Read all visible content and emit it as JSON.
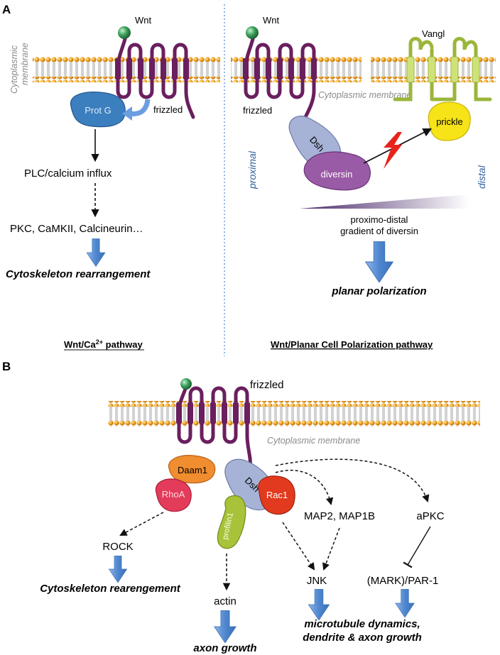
{
  "panel_a": {
    "letter": "A",
    "left": {
      "ligand": "Wnt",
      "membrane_label_1": "Cytoplasmic",
      "membrane_label_2": "membrane",
      "receptor": "frizzled",
      "gprotein": "Prot G",
      "step1": "PLC/calcium influx",
      "step2": "PKC, CaMKII, Calcineurin…",
      "outcome": "Cytoskeleton rearrangement",
      "pathway_prefix": "Wnt/Ca",
      "pathway_sup": "2+",
      "pathway_suffix": " pathway"
    },
    "right": {
      "ligand": "Wnt",
      "receptor": "frizzled",
      "membrane_label": "Cytoplasmic membrane",
      "vangl": "Vangl",
      "prickle": "prickle",
      "dsh": "Dsh",
      "diversin": "diversin",
      "proximal": "proximal",
      "distal": "distal",
      "gradient_1": "proximo-distal",
      "gradient_2": "gradient of diversin",
      "outcome": "planar polarization",
      "pathway": "Wnt/Planar Cell Polarization pathway"
    }
  },
  "panel_b": {
    "letter": "B",
    "receptor": "frizzled",
    "membrane_label": "Cytoplasmic membrane",
    "daam1": "Daam1",
    "rhoa": "RhoA",
    "dsh": "Dsh",
    "rac1": "Rac1",
    "profilin1": "profilin1",
    "rock": "ROCK",
    "outcome1": "Cytoskeleton rearengement",
    "map": "MAP2, MAP1B",
    "apkc": "aPKC",
    "jnk": "JNK",
    "mark": "(MARK)/PAR-1",
    "actin": "actin",
    "outcome2": "axon growth",
    "outcome3_1": "microtubule dynamics,",
    "outcome3_2": "dendrite & axon growth"
  },
  "colors": {
    "membrane_head": "#f2a623",
    "receptor": "#6a1f5e",
    "prot_g": "#3b7fbf",
    "dsh": "#9eaad0",
    "diversin": "#9a5ba6",
    "prickle": "#f6e318",
    "vangl": "#cfe27a",
    "daam1": "#f08d2e",
    "rhoa": "#e33b5a",
    "rac1": "#e23a1e",
    "profilin1": "#a8c23a",
    "arrow_blue": "#5b8fd1",
    "ligand": "#3aa05a",
    "axis_text": "#2e5f9c"
  }
}
